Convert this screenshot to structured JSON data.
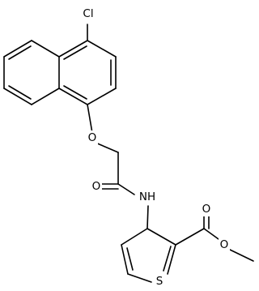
{
  "molecule": {
    "atom_labels": {
      "cl": "Cl",
      "o_ether": "O",
      "o_amide": "O",
      "nh": "NH",
      "o_ester_carbonyl": "O",
      "o_ester": "O",
      "s": "S"
    }
  }
}
